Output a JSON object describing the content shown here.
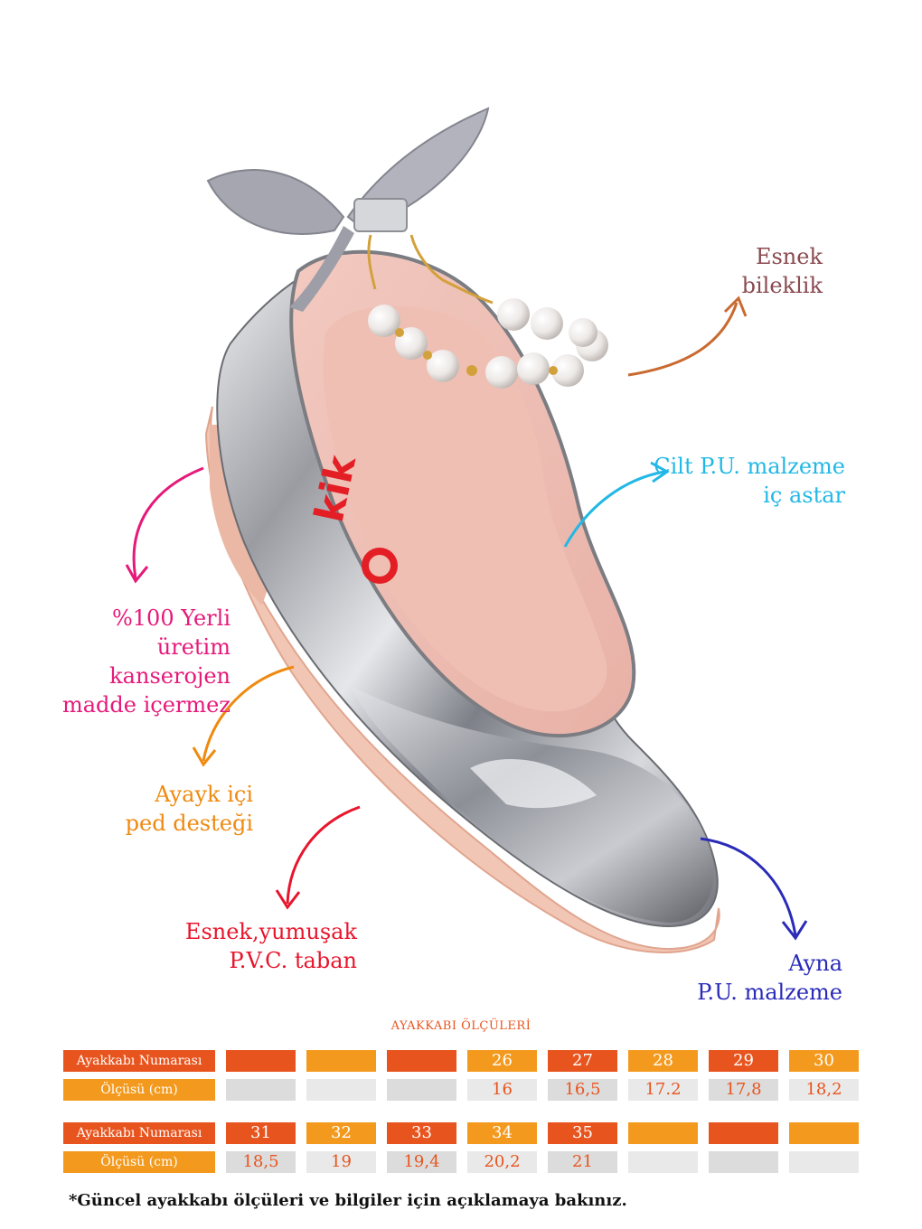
{
  "annotations": {
    "bracelet": [
      "Esnek",
      "bileklik"
    ],
    "lining": [
      "Cilt P.U. malzeme",
      "iç astar"
    ],
    "local": [
      "%100 Yerli üretim",
      "kanserojen",
      "madde içermez"
    ],
    "insole": [
      "Ayayk içi",
      "ped desteği"
    ],
    "sole": [
      "Esnek,yumuşak",
      "P.V.C. taban"
    ],
    "mirror": [
      "Ayna",
      "P.U. malzeme"
    ]
  },
  "brand_logo": "kik",
  "colors": {
    "orange": "#e8541e",
    "yellow": "#f39a1e",
    "gray": "#dcdcdc",
    "bracelet_text": "#8a4a50",
    "bracelet_arrow": "#c96a30",
    "lining": "#22b8e6",
    "local": "#e6197a",
    "insole": "#ef8a10",
    "sole": "#e8152c",
    "mirror": "#2a2bb8"
  },
  "size_table": {
    "title": "AYAKKABI ÖLÇÜLERİ",
    "number_label": "Ayakkabı Numarası",
    "size_label": "Ölçüsü (cm)",
    "rows1_numbers": [
      "",
      "",
      "",
      "26",
      "27",
      "28",
      "29",
      "30"
    ],
    "rows1_sizes": [
      "",
      "",
      "",
      "16",
      "16,5",
      "17.2",
      "17,8",
      "18,2"
    ],
    "rows2_numbers": [
      "31",
      "32",
      "33",
      "34",
      "35",
      "",
      "",
      ""
    ],
    "rows2_sizes": [
      "18,5",
      "19",
      "19,4",
      "20,2",
      "21",
      "",
      "",
      ""
    ]
  },
  "note": "*Güncel ayakkabı ölçüleri ve bilgiler için açıklamaya bakınız."
}
